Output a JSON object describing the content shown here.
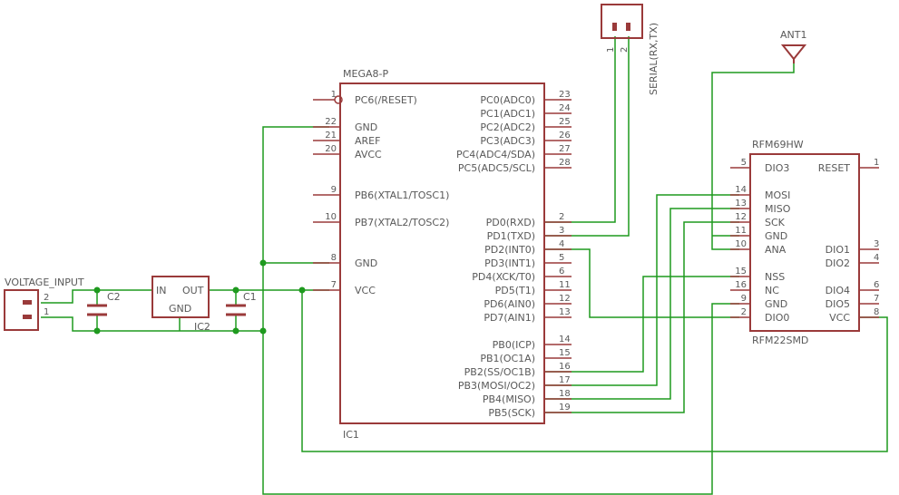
{
  "mcu": {
    "name": "MEGA8-P",
    "ref": "IC1",
    "left_pins": [
      {
        "num": "1",
        "name": "PC6(/RESET)"
      },
      {
        "num": "22",
        "name": "GND"
      },
      {
        "num": "21",
        "name": "AREF"
      },
      {
        "num": "20",
        "name": "AVCC"
      },
      {
        "num": "9",
        "name": "PB6(XTAL1/TOSC1)"
      },
      {
        "num": "10",
        "name": "PB7(XTAL2/TOSC2)"
      },
      {
        "num": "8",
        "name": "GND"
      },
      {
        "num": "7",
        "name": "VCC"
      }
    ],
    "right_pins": [
      {
        "num": "23",
        "name": "PC0(ADC0)"
      },
      {
        "num": "24",
        "name": "PC1(ADC1)"
      },
      {
        "num": "25",
        "name": "PC2(ADC2)"
      },
      {
        "num": "26",
        "name": "PC3(ADC3)"
      },
      {
        "num": "27",
        "name": "PC4(ADC4/SDA)"
      },
      {
        "num": "28",
        "name": "PC5(ADC5/SCL)"
      },
      {
        "num": "2",
        "name": "PD0(RXD)"
      },
      {
        "num": "3",
        "name": "PD1(TXD)"
      },
      {
        "num": "4",
        "name": "PD2(INT0)"
      },
      {
        "num": "5",
        "name": "PD3(INT1)"
      },
      {
        "num": "6",
        "name": "PD4(XCK/T0)"
      },
      {
        "num": "11",
        "name": "PD5(T1)"
      },
      {
        "num": "12",
        "name": "PD6(AIN0)"
      },
      {
        "num": "13",
        "name": "PD7(AIN1)"
      },
      {
        "num": "14",
        "name": "PB0(ICP)"
      },
      {
        "num": "15",
        "name": "PB1(OC1A)"
      },
      {
        "num": "16",
        "name": "PB2(SS/OC1B)"
      },
      {
        "num": "17",
        "name": "PB3(MOSI/OC2)"
      },
      {
        "num": "18",
        "name": "PB4(MISO)"
      },
      {
        "num": "19",
        "name": "PB5(SCK)"
      }
    ]
  },
  "rfm": {
    "name": "RFM69HW",
    "ref": "RFM22SMD",
    "left_pins": [
      {
        "num": "5",
        "name": "DIO3"
      },
      {
        "num": "14",
        "name": "MOSI"
      },
      {
        "num": "13",
        "name": "MISO"
      },
      {
        "num": "12",
        "name": "SCK"
      },
      {
        "num": "11",
        "name": "GND"
      },
      {
        "num": "10",
        "name": "ANA"
      },
      {
        "num": "15",
        "name": "NSS"
      },
      {
        "num": "16",
        "name": "NC"
      },
      {
        "num": "9",
        "name": "GND"
      },
      {
        "num": "2",
        "name": "DIO0"
      }
    ],
    "right_pins": [
      {
        "num": "1",
        "name": "RESET"
      },
      {
        "num": "3",
        "name": "DIO1"
      },
      {
        "num": "4",
        "name": "DIO2"
      },
      {
        "num": "6",
        "name": "DIO4"
      },
      {
        "num": "7",
        "name": "DIO5"
      },
      {
        "num": "8",
        "name": "VCC"
      }
    ]
  },
  "serial": {
    "label": "SERIAL(RX,TX)",
    "pin1": "1",
    "pin2": "2"
  },
  "antenna": {
    "label": "ANT1"
  },
  "voltage_input": {
    "label": "VOLTAGE_INPUT",
    "pin2": "2",
    "pin1": "1"
  },
  "regulator": {
    "ref": "IC2",
    "in": "IN",
    "out": "OUT",
    "gnd": "GND"
  },
  "c1": {
    "label": "C1"
  },
  "c2": {
    "label": "C2"
  }
}
